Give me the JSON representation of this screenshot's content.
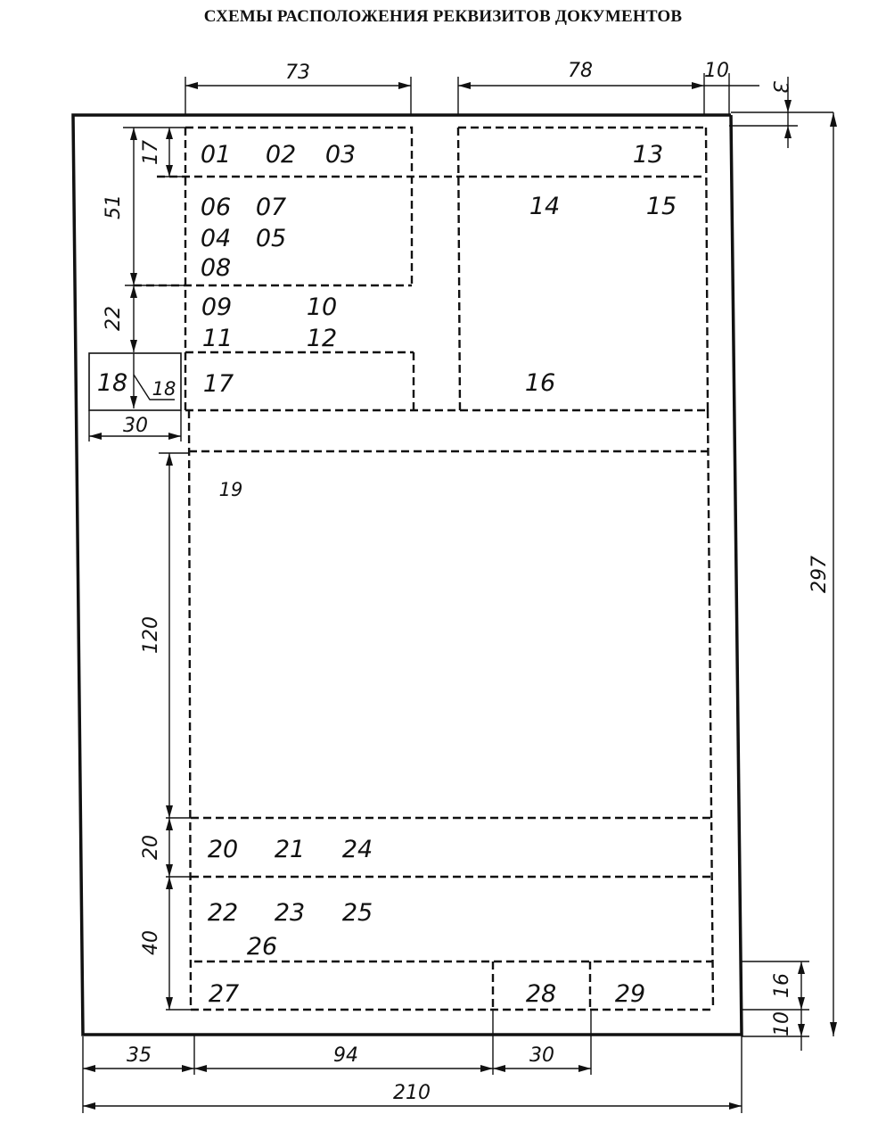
{
  "title": "СХЕМЫ РАСПОЛОЖЕНИЯ РЕКВИЗИТОВ ДОКУМЕНТОВ",
  "dimensions": {
    "top_left_width": "73",
    "top_right_width": "78",
    "right_margin": "10",
    "top_offset": "3",
    "height_17": "17",
    "height_51": "51",
    "height_22": "22",
    "box18_width": "30",
    "height_120": "120",
    "height_20": "20",
    "height_40": "40",
    "page_height": "297",
    "bottom_16": "16",
    "bottom_10": "10",
    "left_margin": "35",
    "bottom_94": "94",
    "bottom_30": "30",
    "page_width": "210"
  },
  "requisites": {
    "r01": "01",
    "r02": "02",
    "r03": "03",
    "r13": "13",
    "r06": "06",
    "r07": "07",
    "r14": "14",
    "r15": "15",
    "r04": "04",
    "r05": "05",
    "r08": "08",
    "r09": "09",
    "r10": "10",
    "r11": "11",
    "r12": "12",
    "r18": "18",
    "r18_small": "18",
    "r17": "17",
    "r16": "16",
    "r19": "19",
    "r20": "20",
    "r21": "21",
    "r24": "24",
    "r22": "22",
    "r23": "23",
    "r25": "25",
    "r26": "26",
    "r27": "27",
    "r28": "28",
    "r29": "29"
  }
}
